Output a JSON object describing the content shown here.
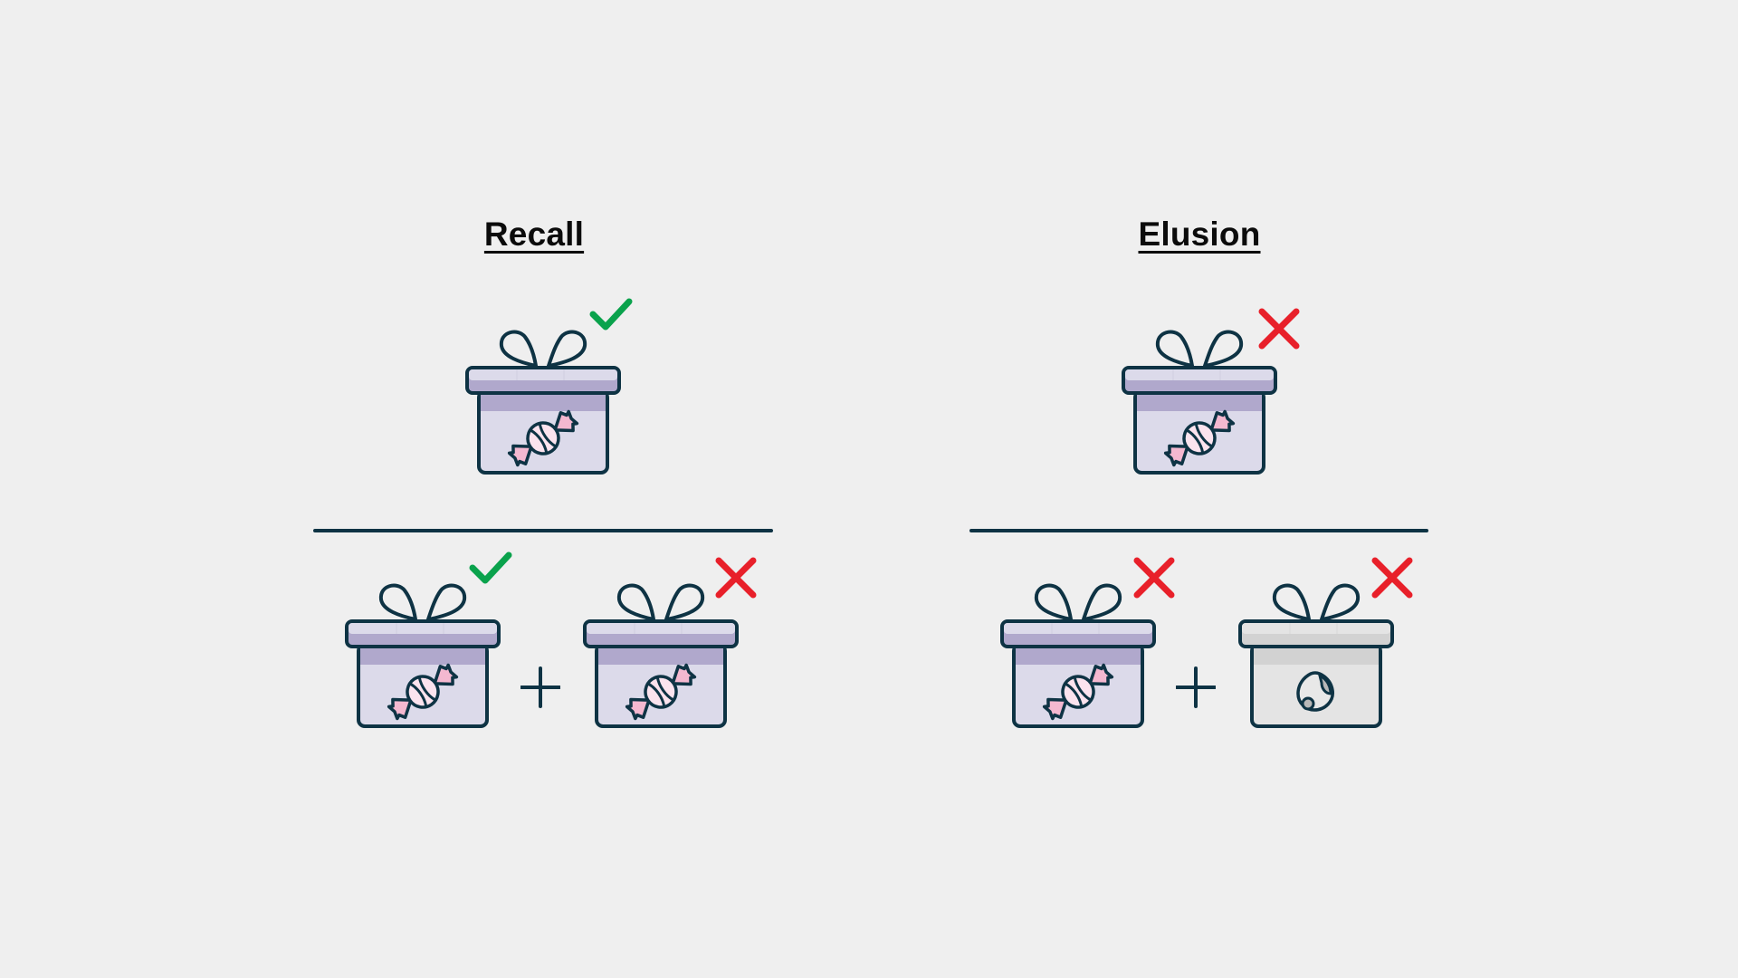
{
  "colors": {
    "background": "#efefef",
    "outline": "#0e3344",
    "check": "#0aa24c",
    "cross": "#e8202a",
    "box_light": "#dcdaea",
    "box_band": "#b0a8cc",
    "box_gray_light": "#e4e4e4",
    "box_gray_band": "#d2d2d2",
    "candy_pink": "#f4b8d0",
    "candy_light": "#fbe3ee"
  },
  "panels": [
    {
      "id": "recall",
      "title": "Recall",
      "top": {
        "item": "candy",
        "mark": "check-icon"
      },
      "bottom": [
        {
          "item": "candy",
          "mark": "check-icon"
        },
        {
          "operator": "+"
        },
        {
          "item": "candy",
          "mark": "cross-icon"
        }
      ]
    },
    {
      "id": "elusion",
      "title": "Elusion",
      "top": {
        "item": "candy",
        "mark": "cross-icon"
      },
      "bottom": [
        {
          "item": "candy",
          "mark": "cross-icon"
        },
        {
          "operator": "+"
        },
        {
          "item": "sock",
          "mark": "cross-icon"
        }
      ]
    }
  ]
}
